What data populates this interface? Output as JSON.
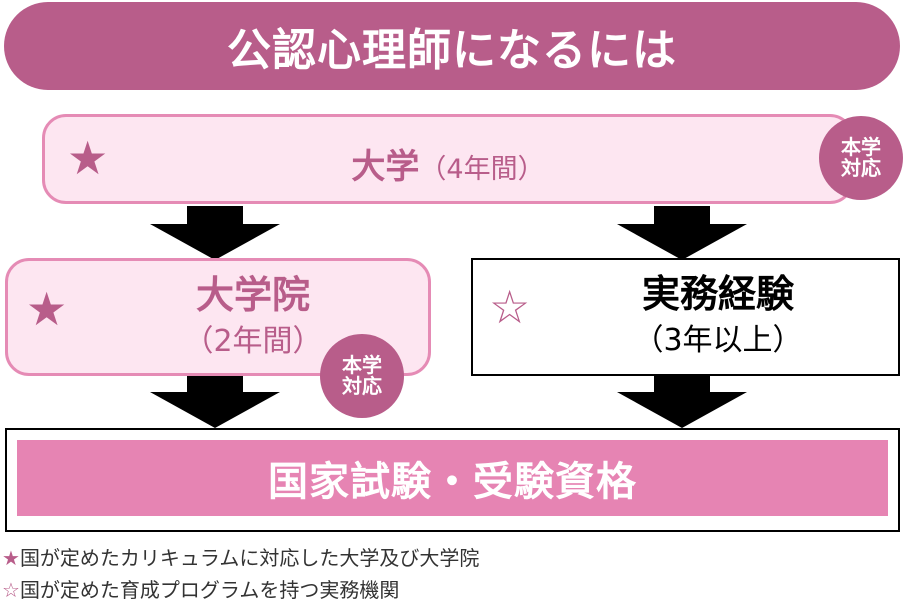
{
  "title": "公認心理師になるには",
  "university": {
    "mark": "★",
    "label": "大学",
    "duration": "（4年間）",
    "badge_line1": "本学",
    "badge_line2": "対応"
  },
  "graduate_school": {
    "mark": "★",
    "label": "大学院",
    "duration": "（2年間）",
    "badge_line1": "本学",
    "badge_line2": "対応"
  },
  "work_experience": {
    "mark": "☆",
    "label": "実務経験",
    "duration": "（3年以上）"
  },
  "exam": {
    "label": "国家試験・受験資格"
  },
  "legend": [
    {
      "mark": "★",
      "text": "国が定めたカリキュラムに対応した大学及び大学院"
    },
    {
      "mark": "☆",
      "text": "国が定めた育成プログラムを持つ実務機関"
    }
  ],
  "colors": {
    "primary": "#b85d8a",
    "pink_fill": "#fde6f1",
    "pink_border": "#e58bb5",
    "exam_fill": "#e684b3"
  }
}
